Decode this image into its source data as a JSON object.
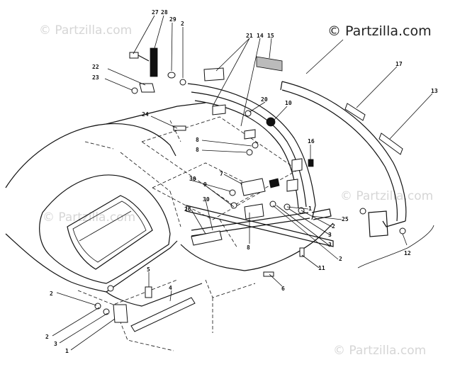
{
  "watermarks": {
    "primary": "© Partzilla.com",
    "faint": [
      "© Partzilla.com",
      "© Partzilla.com",
      "© Partzilla.com",
      "© Partzilla.com"
    ]
  },
  "callouts": [
    {
      "id": "c27",
      "label": "27"
    },
    {
      "id": "c28",
      "label": "28"
    },
    {
      "id": "c29",
      "label": "29"
    },
    {
      "id": "c2a",
      "label": "2"
    },
    {
      "id": "c22",
      "label": "22"
    },
    {
      "id": "c23",
      "label": "23"
    },
    {
      "id": "c21",
      "label": "21"
    },
    {
      "id": "c14",
      "label": "14"
    },
    {
      "id": "c15",
      "label": "15"
    },
    {
      "id": "c17",
      "label": "17"
    },
    {
      "id": "c13",
      "label": "13"
    },
    {
      "id": "c20",
      "label": "20"
    },
    {
      "id": "c10",
      "label": "10"
    },
    {
      "id": "c24",
      "label": "24"
    },
    {
      "id": "c8a",
      "label": "8"
    },
    {
      "id": "c8b",
      "label": "8"
    },
    {
      "id": "c16",
      "label": "16"
    },
    {
      "id": "c7",
      "label": "7"
    },
    {
      "id": "c9",
      "label": "9"
    },
    {
      "id": "c30a",
      "label": "30"
    },
    {
      "id": "c26",
      "label": "26"
    },
    {
      "id": "c30b",
      "label": "30"
    },
    {
      "id": "c8c",
      "label": "8"
    },
    {
      "id": "c1a",
      "label": "1"
    },
    {
      "id": "c2b",
      "label": "2"
    },
    {
      "id": "c3a",
      "label": "3"
    },
    {
      "id": "c25",
      "label": "25"
    },
    {
      "id": "c3b",
      "label": "3"
    },
    {
      "id": "c2c",
      "label": "2"
    },
    {
      "id": "c11",
      "label": "11"
    },
    {
      "id": "c12",
      "label": "12"
    },
    {
      "id": "c5",
      "label": "5"
    },
    {
      "id": "c6",
      "label": "6"
    },
    {
      "id": "c4",
      "label": "4"
    },
    {
      "id": "c2d",
      "label": "2"
    },
    {
      "id": "c2e",
      "label": "2"
    },
    {
      "id": "c3c",
      "label": "3"
    },
    {
      "id": "c1b",
      "label": "1"
    }
  ]
}
